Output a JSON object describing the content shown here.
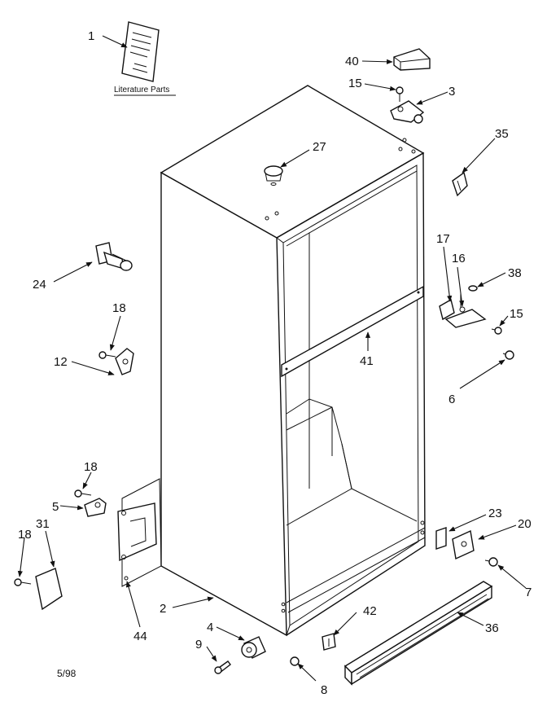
{
  "literature_caption": "Literature Parts",
  "date_code": "5/98",
  "callouts": [
    "1",
    "40",
    "15",
    "3",
    "27",
    "35",
    "24",
    "17",
    "16",
    "38",
    "18",
    "15",
    "12",
    "41",
    "6",
    "18",
    "5",
    "31",
    "18",
    "23",
    "20",
    "7",
    "2",
    "44",
    "4",
    "42",
    "36",
    "9",
    "8"
  ]
}
